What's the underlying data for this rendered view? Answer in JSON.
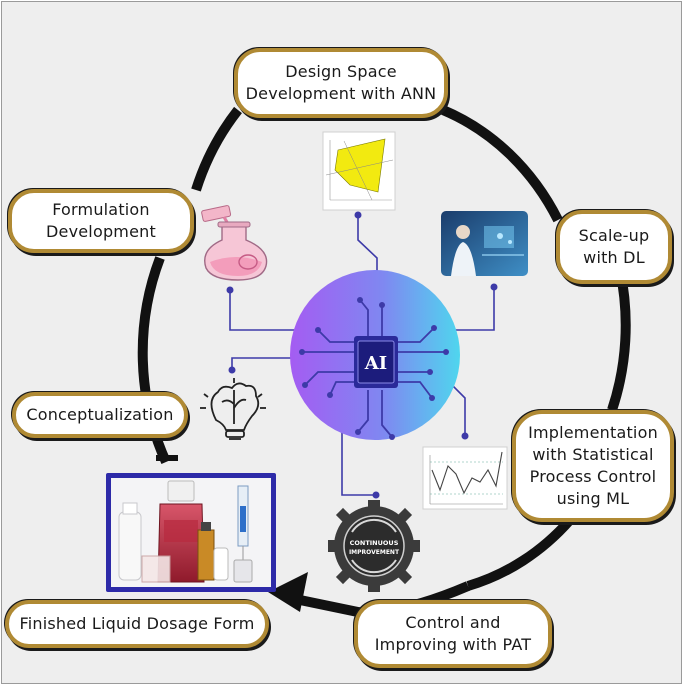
{
  "center": {
    "label": "AI"
  },
  "stages": {
    "design_space": "Design Space\nDevelopment with ANN",
    "scale_up": "Scale-up\nwith DL",
    "implementation": "Implementation\nwith Statistical\nProcess Control\nusing ML",
    "control": "Control and\nImproving with PAT",
    "finished": "Finished Liquid Dosage Form",
    "conceptualization": "Conceptualization",
    "formulation": "Formulation\nDevelopment"
  },
  "icons": {
    "design_space": "yellow-polygon-plot-icon",
    "scale_up": "lab-scientist-photo",
    "implementation": "control-chart-icon",
    "control": "continuous-improvement-gear-icon",
    "finished": "liquid-medicine-bottles-photo",
    "conceptualization": "brain-lightbulb-icon",
    "formulation": "flask-pouring-icon"
  },
  "gear_text": "CONTINUOUS\nIMPROVEMENT",
  "colors": {
    "pill_border": "#b08a34",
    "ring": "#111111",
    "circuit": "#3d3aa8",
    "orb_start": "#a45cf2",
    "orb_end": "#4fd6ee",
    "photo_frame": "#2d2aa8"
  }
}
